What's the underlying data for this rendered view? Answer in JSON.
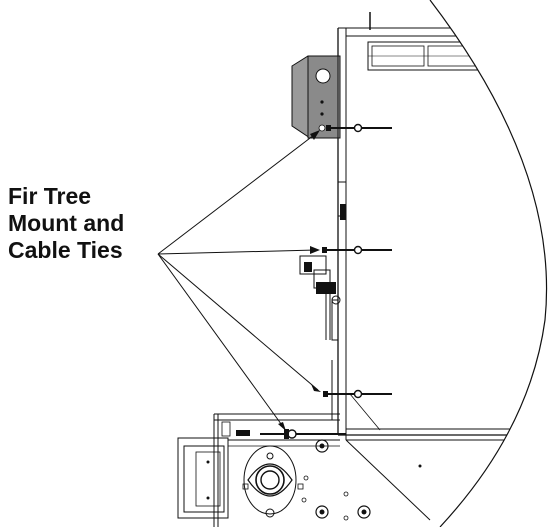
{
  "callout": {
    "line1": "Fir Tree",
    "line2": "Mount and",
    "line3": "Cable Ties"
  },
  "colors": {
    "ink": "#111111",
    "bracket_gray": "#9a9a9a",
    "bracket_dark": "#6e6e6e",
    "background": "#ffffff"
  }
}
